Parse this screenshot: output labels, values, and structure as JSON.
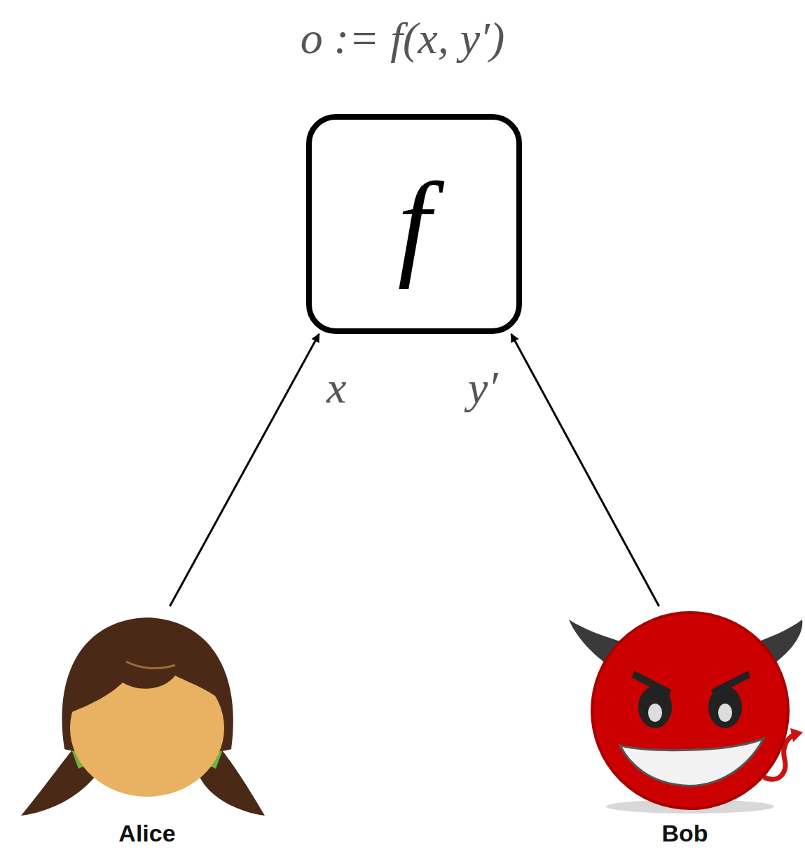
{
  "diagram": {
    "title": "o := f(x, y′)",
    "nodes": [
      {
        "text": [
          "f"
        ]
      },
      {
        "text": [
          "Alice"
        ]
      },
      {
        "text": [
          "Bob"
        ]
      }
    ],
    "edges": [
      {
        "from": 1,
        "to": 0,
        "label": "x",
        "arrow": "to"
      },
      {
        "from": 2,
        "to": 0,
        "label": "y′",
        "arrow": "to"
      }
    ]
  }
}
